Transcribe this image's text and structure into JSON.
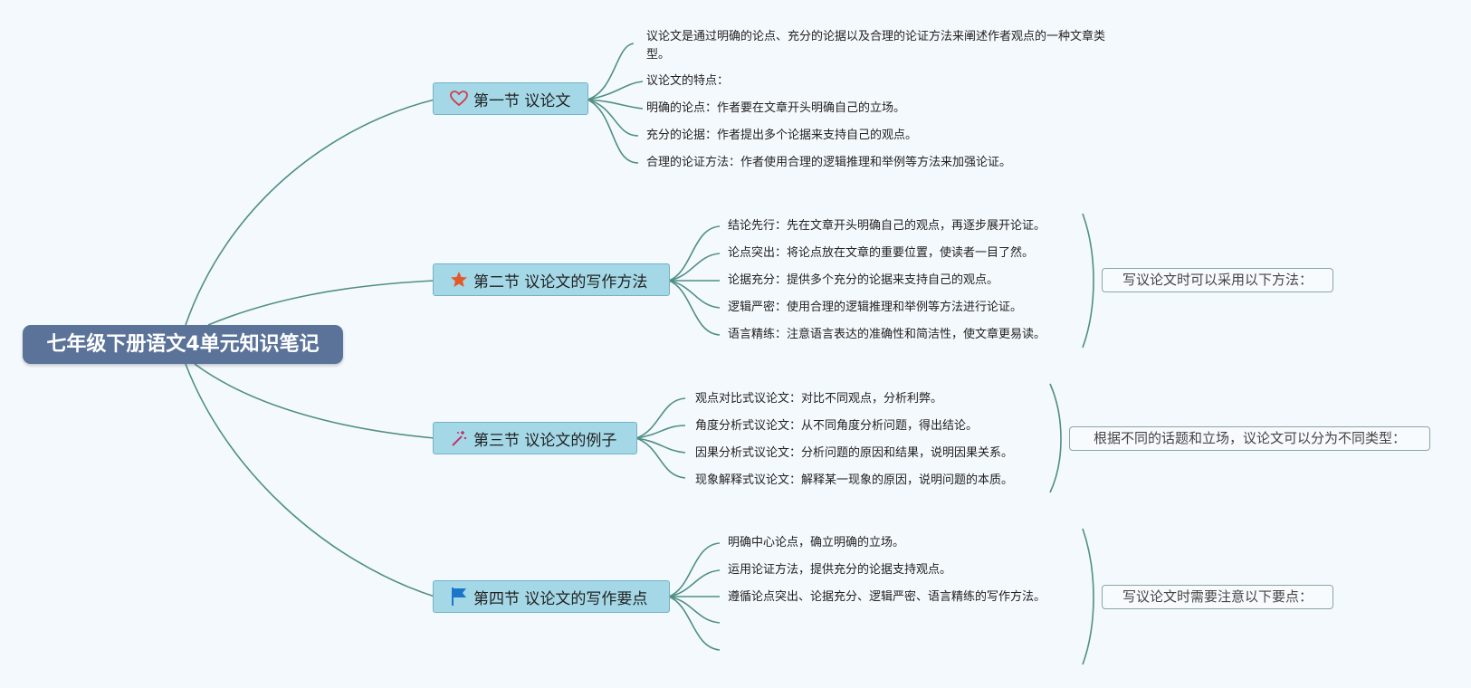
{
  "central": {
    "title": "七年级下册语文4单元知识笔记"
  },
  "sections": [
    {
      "title": "第一节 议论文",
      "icon": "heart-icon",
      "items": [
        "议论文是通过明确的论点、充分的论据以及合理的论证方法来阐述作者观点的一种文章类型。",
        "议论文的特点：",
        "明确的论点：作者要在文章开头明确自己的立场。",
        "充分的论据：作者提出多个论据来支持自己的观点。",
        "合理的论证方法：作者使用合理的逻辑推理和举例等方法来加强论证。"
      ]
    },
    {
      "title": "第二节 议论文的写作方法",
      "icon": "star-icon",
      "summary": "写议论文时可以采用以下方法：",
      "items": [
        "结论先行：先在文章开头明确自己的观点，再逐步展开论证。",
        "论点突出：将论点放在文章的重要位置，使读者一目了然。",
        "论据充分：提供多个充分的论据来支持自己的观点。",
        "逻辑严密：使用合理的逻辑推理和举例等方法进行论证。",
        "语言精练：注意语言表达的准确性和简洁性，使文章更易读。"
      ]
    },
    {
      "title": "第三节 议论文的例子",
      "icon": "magic-wand-icon",
      "summary": "根据不同的话题和立场，议论文可以分为不同类型：",
      "items": [
        "观点对比式议论文：对比不同观点，分析利弊。",
        "角度分析式议论文：从不同角度分析问题，得出结论。",
        "因果分析式议论文：分析问题的原因和结果，说明因果关系。",
        "现象解释式议论文：解释某一现象的原因，说明问题的本质。"
      ]
    },
    {
      "title": "第四节 议论文的写作要点",
      "icon": "flag-icon",
      "summary": "写议论文时需要注意以下要点：",
      "items": [
        "明确中心论点，确立明确的立场。",
        "运用论证方法，提供充分的论据支持观点。",
        "遵循论点突出、论据充分、逻辑严密、语言精练的写作方法。",
        "",
        ""
      ]
    }
  ],
  "colors": {
    "central_bg": "#5b7399",
    "topic_bg": "#a4d8e7",
    "line": "#4f8f86",
    "background": "#f4f9fd"
  }
}
